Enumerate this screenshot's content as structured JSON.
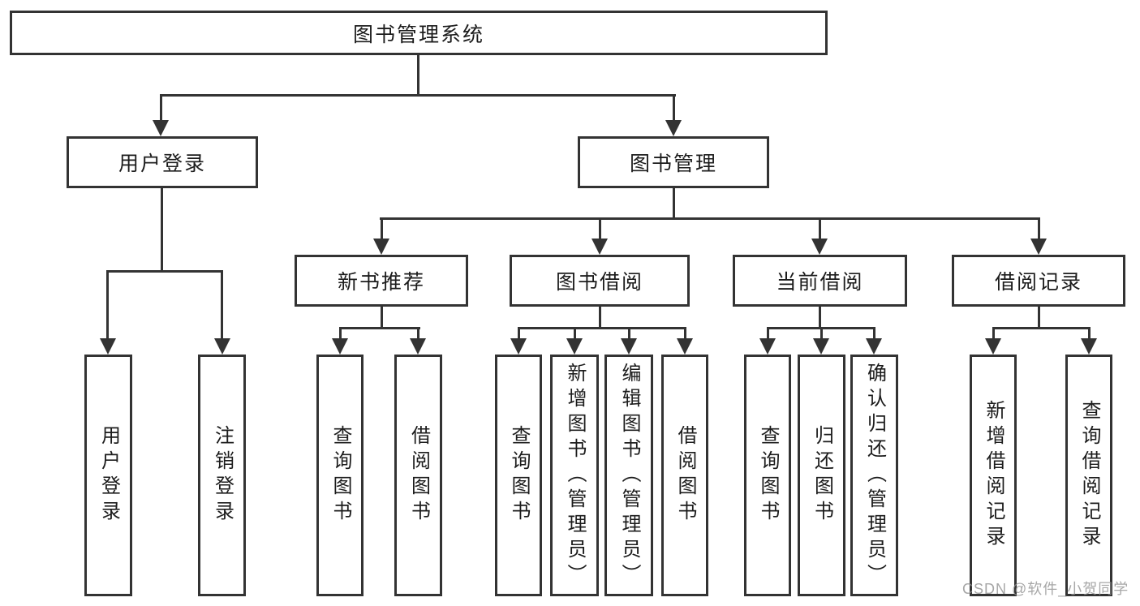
{
  "diagram": {
    "title": "图书管理系统",
    "root": {
      "label": "图书管理系统"
    },
    "branches": [
      {
        "label": "用户登录",
        "children": [
          {
            "label": "用户登录"
          },
          {
            "label": "注销登录"
          }
        ]
      },
      {
        "label": "图书管理",
        "children": [
          {
            "label": "新书推荐",
            "children": [
              {
                "label": "查询图书"
              },
              {
                "label": "借阅图书"
              }
            ]
          },
          {
            "label": "图书借阅",
            "children": [
              {
                "label": "查询图书"
              },
              {
                "label": "新增图书（管理员）"
              },
              {
                "label": "编辑图书（管理员）"
              },
              {
                "label": "借阅图书"
              }
            ]
          },
          {
            "label": "当前借阅",
            "children": [
              {
                "label": "查询图书"
              },
              {
                "label": "归还图书"
              },
              {
                "label": "确认归还（管理员）"
              }
            ]
          },
          {
            "label": "借阅记录",
            "children": [
              {
                "label": "新增借阅记录"
              },
              {
                "label": "查询借阅记录"
              }
            ]
          }
        ]
      }
    ],
    "watermark": {
      "label": "CSDN @软件_小贺同学"
    },
    "colors": {
      "line": "#333333",
      "box_border": "#333333",
      "box_fill": "#ffffff",
      "text": "#1c1c1c",
      "watermark": "#919191"
    }
  }
}
